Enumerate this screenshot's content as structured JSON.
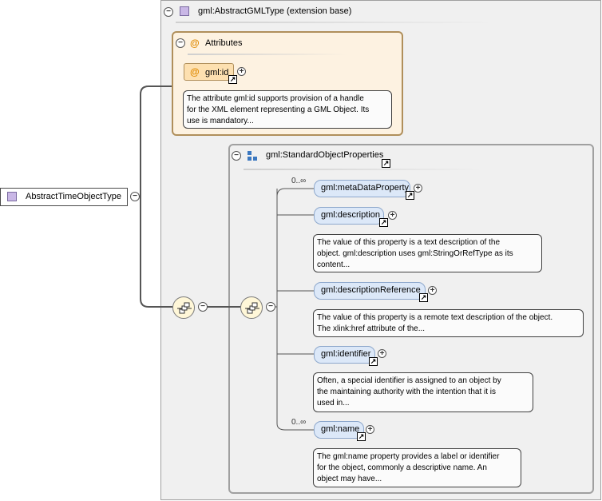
{
  "root": {
    "label": "AbstractTimeObjectType"
  },
  "base_type": {
    "label": "gml:AbstractGMLType (extension base)"
  },
  "attributes": {
    "title": "Attributes",
    "items": [
      {
        "label": "gml:id",
        "doc": [
          "The attribute gml:id supports provision of a handle",
          "for the XML element representing a GML Object. Its",
          "use is mandatory..."
        ]
      }
    ]
  },
  "group": {
    "label": "gml:StandardObjectProperties"
  },
  "elements": [
    {
      "label": "gml:metaDataProperty",
      "cardinality": "0..∞",
      "doc": []
    },
    {
      "label": "gml:description",
      "cardinality": "",
      "doc": [
        "The value of this property is a text description of the",
        "object. gml:description uses gml:StringOrRefType as its",
        "content..."
      ]
    },
    {
      "label": "gml:descriptionReference",
      "cardinality": "",
      "doc": [
        "The value of this property is a remote text description of the object.",
        "The xlink:href attribute of the..."
      ]
    },
    {
      "label": "gml:identifier",
      "cardinality": "",
      "doc": [
        "Often, a special identifier is assigned to an object by",
        "the maintaining authority with the intention that it is",
        "used in..."
      ]
    },
    {
      "label": "gml:name",
      "cardinality": "0..∞",
      "doc": [
        "The gml:name property provides a label or identifier",
        "for the object, commonly a descriptive name. An",
        "object may have..."
      ]
    }
  ],
  "colors": {
    "element_fill": "#dce8f8",
    "attr_fill": "#fdf2e1",
    "compositor_fill": "#fff7d8"
  }
}
